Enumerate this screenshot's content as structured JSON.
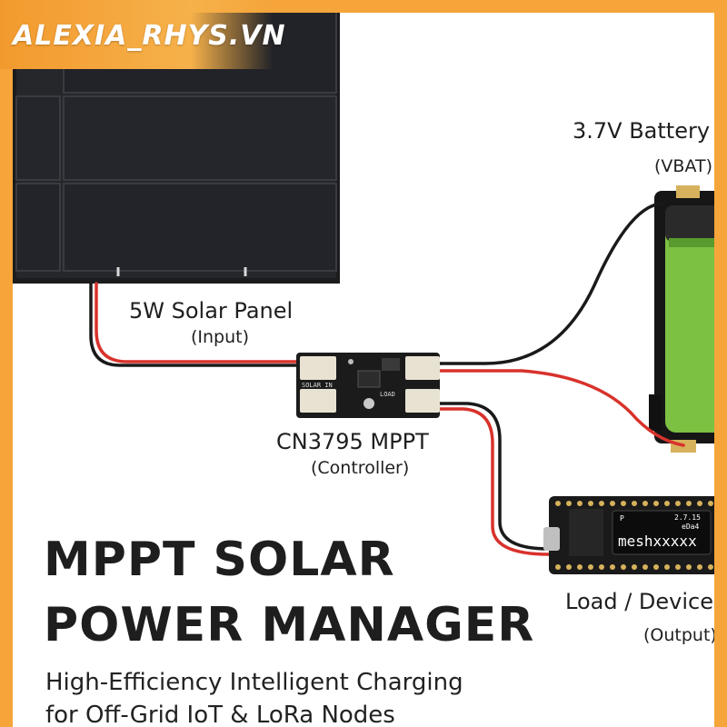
{
  "watermark": "ALEXIA_RHYS.VN",
  "solar": {
    "label": "5W Solar Panel",
    "sub": "(Input)"
  },
  "battery": {
    "label": "3.7V Battery",
    "sub": "(VBAT)"
  },
  "controller": {
    "label": "CN3795 MPPT",
    "sub": "(Controller)",
    "silk_solar": "SOLAR IN",
    "silk_load": "LOAD"
  },
  "load": {
    "label": "Load / Device",
    "sub": "(Output)",
    "screen_text": "meshxxxxx",
    "screen_top": "2.7.15",
    "screen_id": "eDa4",
    "screen_tag": "P"
  },
  "headline": {
    "line1": "MPPT SOLAR",
    "line2": "POWER MANAGER"
  },
  "tagline": {
    "line1": "High-Efficiency Intelligent Charging",
    "line2": "for Off-Grid IoT & LoRa Nodes"
  },
  "colors": {
    "frame": "#f5a53a",
    "wire_red": "#d8322b",
    "wire_black": "#1a1a1a",
    "cell_green": "#7cc142",
    "pcb": "#1b1b1b"
  }
}
